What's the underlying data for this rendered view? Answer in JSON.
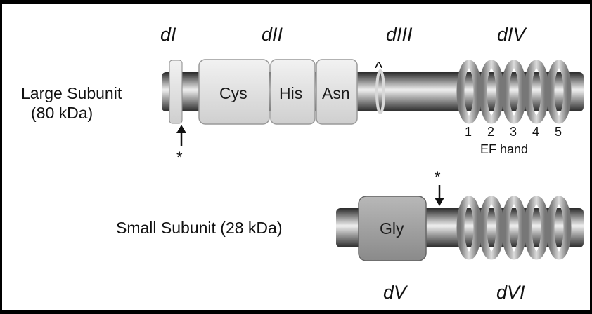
{
  "domains": {
    "d1": "dI",
    "d2": "dII",
    "d3": "dIII",
    "d4": "dIV",
    "d5": "dV",
    "d6": "dVI"
  },
  "large_subunit": {
    "label_line1": "Large Subunit",
    "label_line2": "(80 kDa)",
    "boxes": {
      "cys": "Cys",
      "his": "His",
      "asn": "Asn"
    },
    "ef_numbers": [
      "1",
      "2",
      "3",
      "4",
      "5"
    ],
    "ef_label": "EF hand",
    "caret": "^",
    "cleavage_marker": "*"
  },
  "small_subunit": {
    "label": "Small Subunit (28 kDa)",
    "box": "Gly",
    "cleavage_marker": "*"
  },
  "colors": {
    "rod_dark": "#333333",
    "rod_light": "#e8e8e8",
    "box_light": "#e3e3e3",
    "box_gly": "#9c9c9c",
    "border": "#000000"
  }
}
